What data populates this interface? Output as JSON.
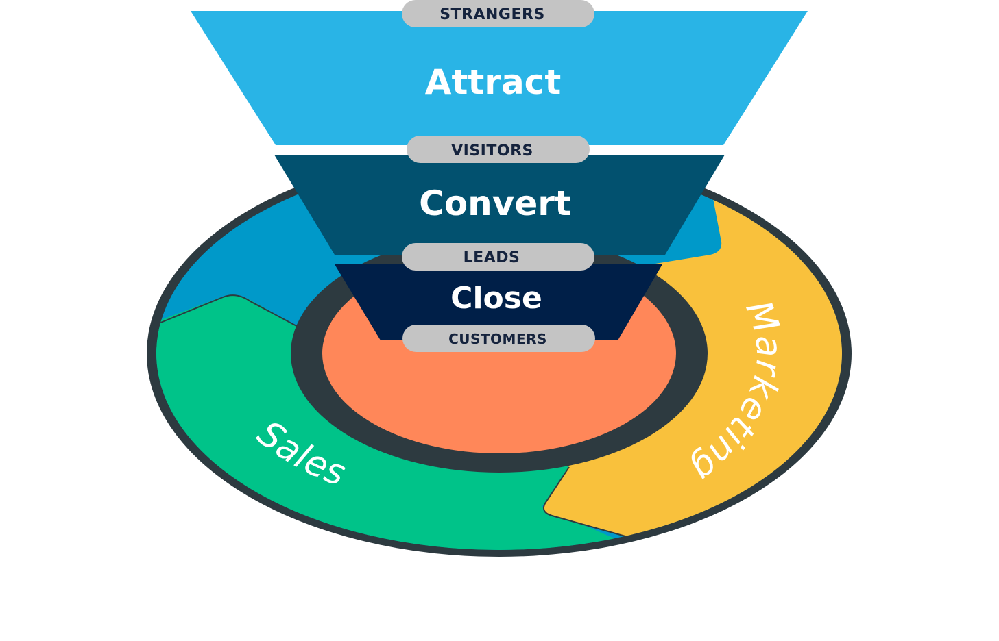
{
  "funnel": {
    "stages": [
      {
        "label": "Attract",
        "color": "#29b4e6"
      },
      {
        "label": "Convert",
        "color": "#02516f"
      },
      {
        "label": "Close",
        "color": "#001f48"
      }
    ],
    "audiences": [
      "STRANGERS",
      "VISITORS",
      "LEADS",
      "CUSTOMERS"
    ],
    "pill_color": "#c4c4c4"
  },
  "ring": {
    "labels": {
      "sales": "Sales",
      "marketing": "Marketing"
    },
    "colors": {
      "outline": "#2d3a40",
      "sales": "#00c389",
      "marketing": "#f9c13c",
      "service": "#0099c9",
      "center": "#ff8759"
    }
  }
}
